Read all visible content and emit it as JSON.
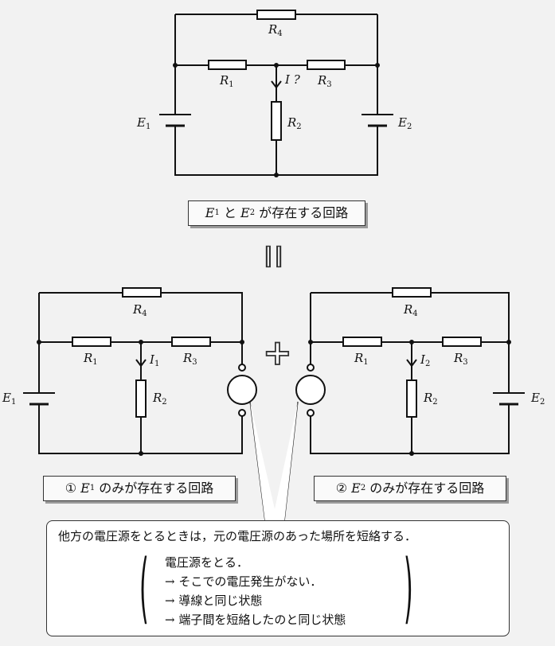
{
  "top_circuit": {
    "r4": "R",
    "r4_sub": "4",
    "r1": "R",
    "r1_sub": "1",
    "r3": "R",
    "r3_sub": "3",
    "r2": "R",
    "r2_sub": "2",
    "current": "I ?",
    "e1": "E",
    "e1_sub": "1",
    "e2": "E",
    "e2_sub": "2"
  },
  "top_caption": {
    "e1": "E",
    "e1_sub": "1",
    "joiner": " と ",
    "e2": "E",
    "e2_sub": "2",
    "suffix": " が存在する回路"
  },
  "equals_sign": "||",
  "plus_sign": "+",
  "left_circuit": {
    "r4": "R",
    "r4_sub": "4",
    "r1": "R",
    "r1_sub": "1",
    "r3": "R",
    "r3_sub": "3",
    "r2": "R",
    "r2_sub": "2",
    "current": "I",
    "current_sub": "1",
    "e1": "E",
    "e1_sub": "1"
  },
  "right_circuit": {
    "r4": "R",
    "r4_sub": "4",
    "r1": "R",
    "r1_sub": "1",
    "r3": "R",
    "r3_sub": "3",
    "r2": "R",
    "r2_sub": "2",
    "current": "I",
    "current_sub": "2",
    "e2": "E",
    "e2_sub": "2"
  },
  "left_caption": {
    "prefix": "① ",
    "e": "E",
    "e_sub": "1",
    "suffix": " のみが存在する回路"
  },
  "right_caption": {
    "prefix": "② ",
    "e": "E",
    "e_sub": "2",
    "suffix": " のみが存在する回路"
  },
  "note": {
    "main": "他方の電圧源をとるときは，元の電圧源のあった場所を短絡する．",
    "lines": [
      "電圧源をとる．",
      "→ そこでの電圧発生がない．",
      "→ 導線と同じ状態",
      "→ 端子間を短絡したのと同じ状態"
    ]
  }
}
